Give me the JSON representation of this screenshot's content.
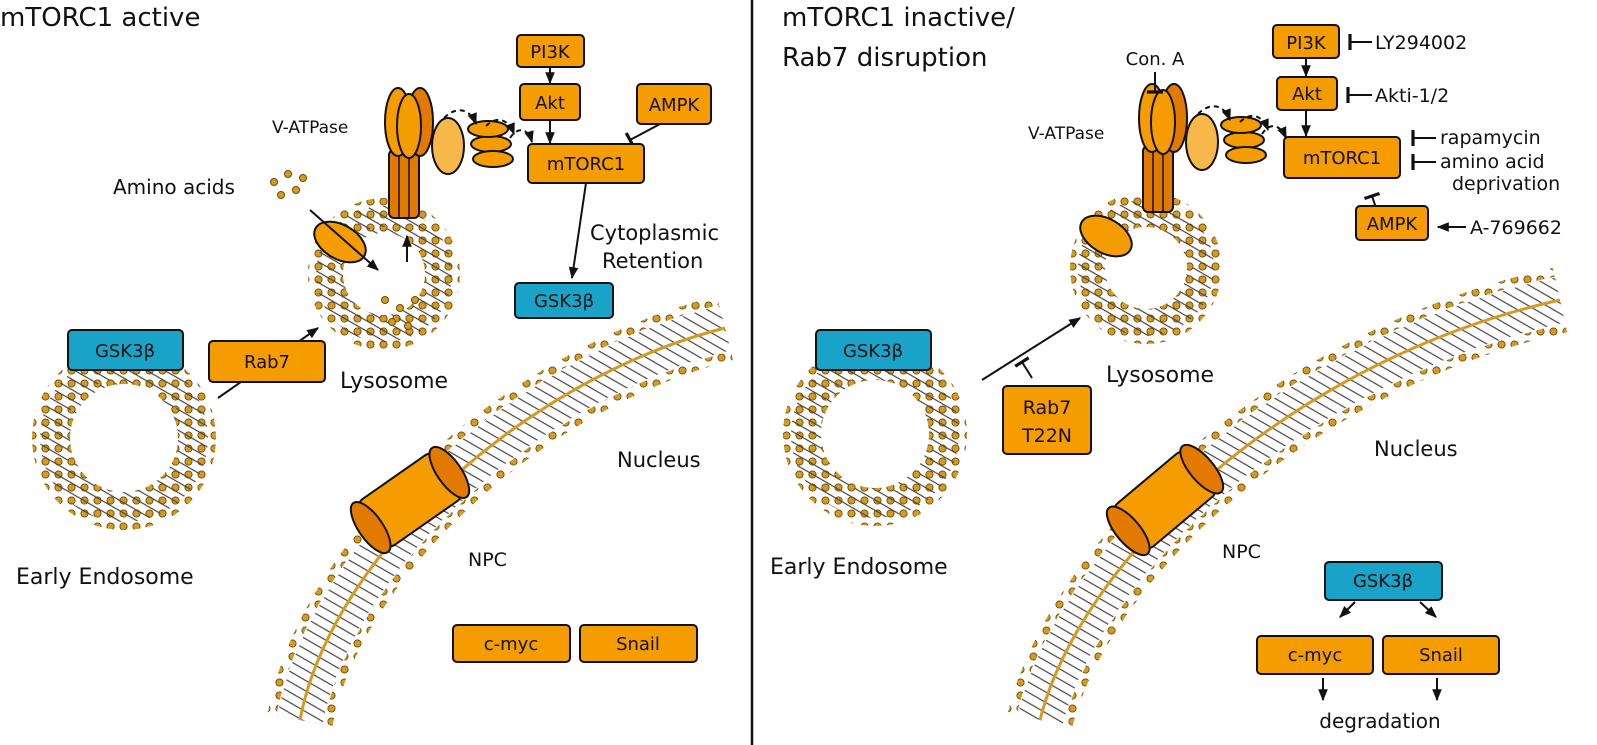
{
  "colors": {
    "orange": "#f59d00",
    "orange_dark": "#e27a00",
    "orange_light": "#f8b74a",
    "blue": "#1aa3c9",
    "head": "#d59a1e",
    "ink": "#111111"
  },
  "left": {
    "title": "mTORC1 active",
    "pi3k": "PI3K",
    "akt": "Akt",
    "ampk": "AMPK",
    "mtorc1": "mTORC1",
    "vatpase": "V-ATPase",
    "amino_acids": "Amino acids",
    "cytoplasmic": "Cytoplasmic",
    "retention": "Retention",
    "gsk_cyto": "GSK3β",
    "gsk_endo": "GSK3β",
    "rab7": "Rab7",
    "lysosome": "Lysosome",
    "early_endosome": "Early Endosome",
    "nucleus": "Nucleus",
    "npc": "NPC",
    "cmyc": "c-myc",
    "snail": "Snail"
  },
  "right": {
    "title_line1": "mTORC1 inactive/",
    "title_line2": "Rab7 disruption",
    "con_a": "Con. A",
    "pi3k": "PI3K",
    "ly": "LY294002",
    "akt": "Akt",
    "akti": "Akti-1/2",
    "vatpase": "V-ATPase",
    "mtorc1": "mTORC1",
    "rapamycin": "rapamycin",
    "amino_acid": "amino acid",
    "deprivation": "deprivation",
    "ampk": "AMPK",
    "a769662": "A-769662",
    "gsk_endo": "GSK3β",
    "rab7_line1": "Rab7",
    "rab7_line2": "T22N",
    "lysosome": "Lysosome",
    "early_endosome": "Early Endosome",
    "nucleus": "Nucleus",
    "npc": "NPC",
    "gsk_nuc": "GSK3β",
    "cmyc": "c-myc",
    "snail": "Snail",
    "degradation": "degradation"
  }
}
